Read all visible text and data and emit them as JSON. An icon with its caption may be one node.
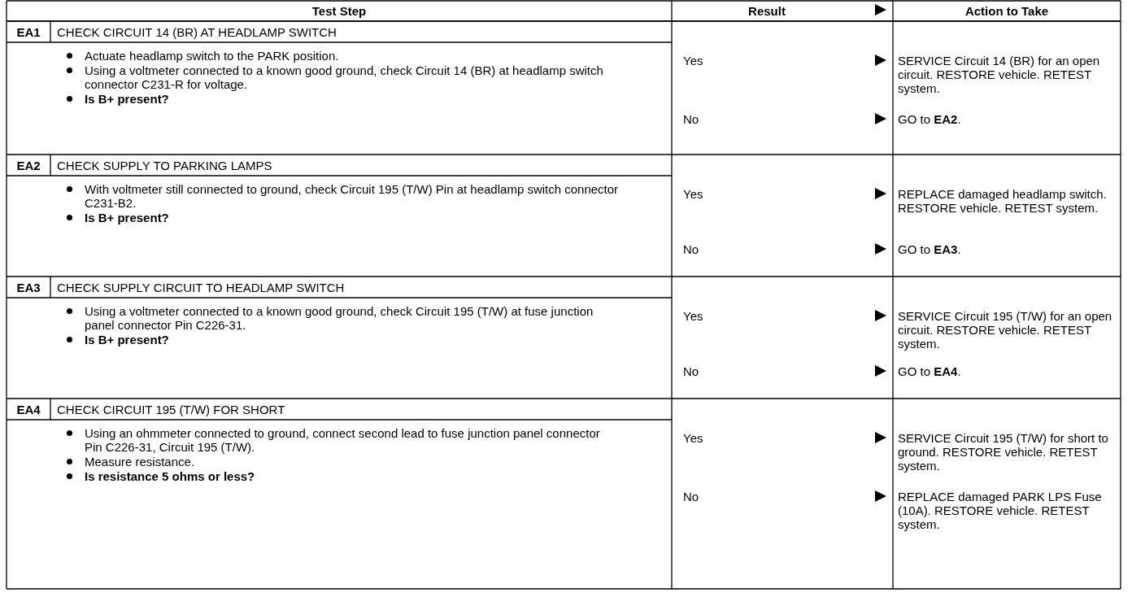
{
  "diagram": {
    "labels": [
      "Test Step",
      "Result",
      "Action to Take",
      "EA1",
      "CHECK CIRCUIT 14 (BR) AT HEADLAMP SWITCH",
      "Actuate headlamp switch to the PARK position.",
      "Using a voltmeter connected to a known good ground, check Circuit 14 (BR) at headlamp switch connector C231-R for voltage.",
      "Is B+ present?",
      "Yes",
      "SERVICE Circuit 14 (BR) for an open circuit. RESTORE vehicle. RETEST system.",
      "No",
      "GO to **EA2**.",
      "EA2",
      "CHECK SUPPLY TO PARKING LAMPS",
      "With voltmeter still connected to ground, check Circuit 195 (T/W) Pin at headlamp switch connector C231-B2.",
      "Is B+ present?",
      "Yes",
      "REPLACE damaged headlamp switch. RESTORE vehicle. RETEST system.",
      "No",
      "GO to **EA3**.",
      "EA3",
      "CHECK SUPPLY CIRCUIT TO HEADLAMP SWITCH",
      "Using a voltmeter connected to a known good ground, check Circuit 195 (T/W) at fuse junction panel connector Pin C226-31.",
      "Is B+ present?",
      "Yes",
      "SERVICE Circuit 195 (T/W) for an open circuit. RESTORE vehicle. RETEST system.",
      "No",
      "GO to **EA4**.",
      "EA4",
      "CHECK CIRCUIT 195 (T/W) FOR SHORT",
      "Using an ohmmeter connected to ground, connect second lead to fuse junction panel connector Pin C226-31, Circuit 195 (T/W).",
      "Measure resistance.",
      "Is resistance 5 ohms or less?",
      "Yes",
      "SERVICE Circuit 195 (T/W) for short to ground. RESTORE vehicle. RETEST system.",
      "No",
      "REPLACE damaged PARK LPS Fuse (10A). RESTORE vehicle. RETEST system."
    ]
  }
}
